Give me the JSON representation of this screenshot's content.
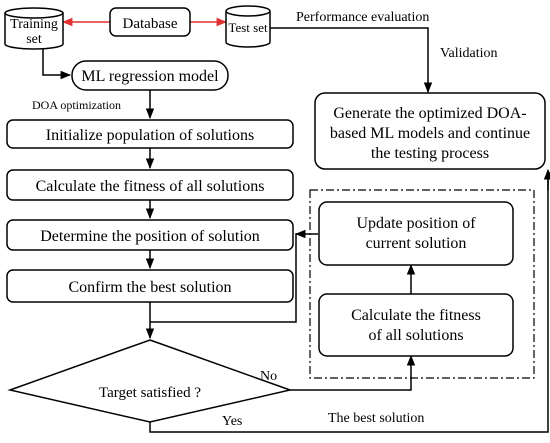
{
  "diagram": {
    "nodes": {
      "database": "Database",
      "training_set_1": "Training",
      "training_set_2": "set",
      "test_set": "Test set",
      "ml_model": "ML regression model",
      "init_population": "Initialize population of solutions",
      "calc_fitness": "Calculate the fitness of all solutions",
      "determine_position": "Determine the position of solution",
      "confirm_best": "Confirm the best solution",
      "target_satisfied": "Target satisfied ?",
      "generate_1": "Generate the optimized DOA-",
      "generate_2": "based ML models and continue",
      "generate_3": "the testing process",
      "update_position_1": "Update position of",
      "update_position_2": "current solution",
      "calc_fitness_inner_1": "Calculate the fitness",
      "calc_fitness_inner_2": "of all solutions"
    },
    "edge_labels": {
      "performance_evaluation": "Performance evaluation",
      "validation": "Validation",
      "doa_optimization": "DOA optimization",
      "no": "No",
      "yes": "Yes",
      "best_solution": "The best solution"
    },
    "colors": {
      "line": "#000000",
      "red_arrow": "#e03030",
      "box_fill": "#ffffff",
      "loop_border": "#000000"
    }
  }
}
